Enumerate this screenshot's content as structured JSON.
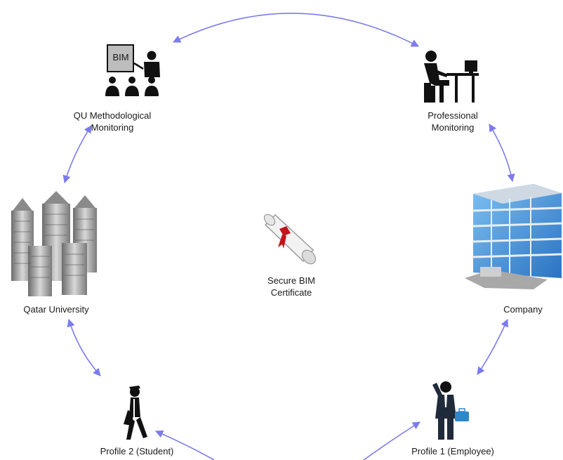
{
  "nodes": {
    "qu_monitoring": {
      "line1": "QU Methodological",
      "line2": "Monitoring",
      "board_text": "BIM"
    },
    "professional_monitoring": {
      "line1": "Professional",
      "line2": "Monitoring"
    },
    "company": {
      "label": "Company"
    },
    "employee": {
      "label": "Profile 1 (Employee)"
    },
    "student": {
      "label": "Profile 2 (Student)"
    },
    "university": {
      "label": "Qatar University"
    },
    "certificate": {
      "line1": "Secure BIM",
      "line2": "Certificate"
    }
  },
  "colors": {
    "arrow": "#7b7bef",
    "building_blue": "#3a8fd6",
    "icon": "#111111"
  }
}
